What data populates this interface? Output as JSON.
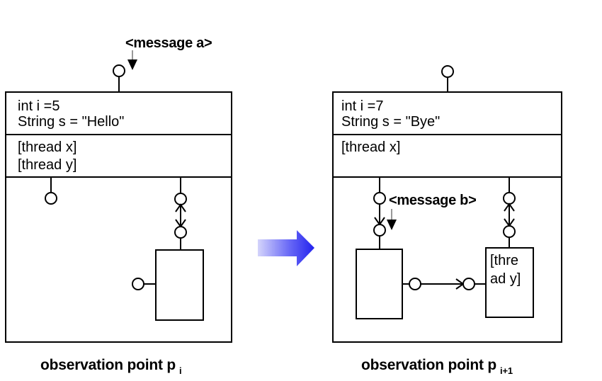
{
  "colors": {
    "line": "#000000",
    "background": "#ffffff",
    "message_arrow_line": "#777777",
    "transition_gradient_start": "#d4d4fb",
    "transition_gradient_end": "#2222ee"
  },
  "left_panel": {
    "state_fields": [
      "int i =5",
      "String s = \"Hello\""
    ],
    "threads": [
      "[thread x]",
      "[thread y]"
    ],
    "message_label": "<message a>",
    "caption": "observation point p",
    "caption_subscript": "i"
  },
  "right_panel": {
    "state_fields": [
      "int i =7",
      "String s = \"Bye\""
    ],
    "threads": [
      "[thread x]"
    ],
    "message_label": "<message b>",
    "inner_component_label_lines": [
      "[thre",
      "ad y]"
    ],
    "caption": "observation point p",
    "caption_subscript": "i+1"
  }
}
